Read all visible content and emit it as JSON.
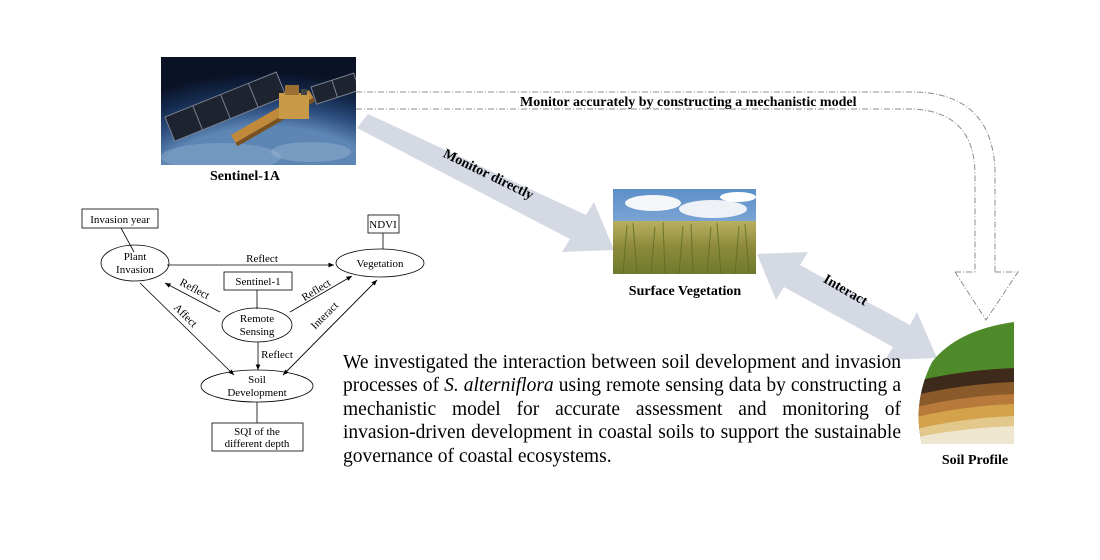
{
  "captions": {
    "satellite": "Sentinel-1A",
    "vegetation": "Surface Vegetation",
    "soil": "Soil Profile"
  },
  "arrows": {
    "monitor_model": "Monitor accurately by constructing a mechanistic model",
    "monitor_directly": "Monitor directly",
    "interact": "Interact"
  },
  "framework": {
    "boxes": {
      "invasion_year": "Invasion year",
      "ndvi": "NDVI",
      "sentinel1": "Sentinel-1",
      "sqi_line1": "SQI of the",
      "sqi_line2": "different depth"
    },
    "nodes": {
      "plant_line1": "Plant",
      "plant_line2": "Invasion",
      "vegetation": "Vegetation",
      "remote_line1": "Remote",
      "remote_line2": "Sensing",
      "soil_line1": "Soil",
      "soil_line2": "Development"
    },
    "edges": {
      "reflect_top": "Reflect",
      "reflect_left": "Reflect",
      "affect": "Affect",
      "reflect_right": "Reflect",
      "interact": "Interact",
      "reflect_bottom": "Reflect"
    }
  },
  "summary": {
    "before": "We investigated the interaction between soil development and invasion processes of ",
    "species": "S. alterniflora",
    "after": " using remote sensing data by constructing a mechanistic model for accurate assessment and monitoring of invasion-driven development in coastal soils to support the sustainable governance of coastal ecosystems."
  },
  "colors": {
    "big_arrow": "#d4d9e4",
    "dashed_line": "#8c8c8c"
  }
}
